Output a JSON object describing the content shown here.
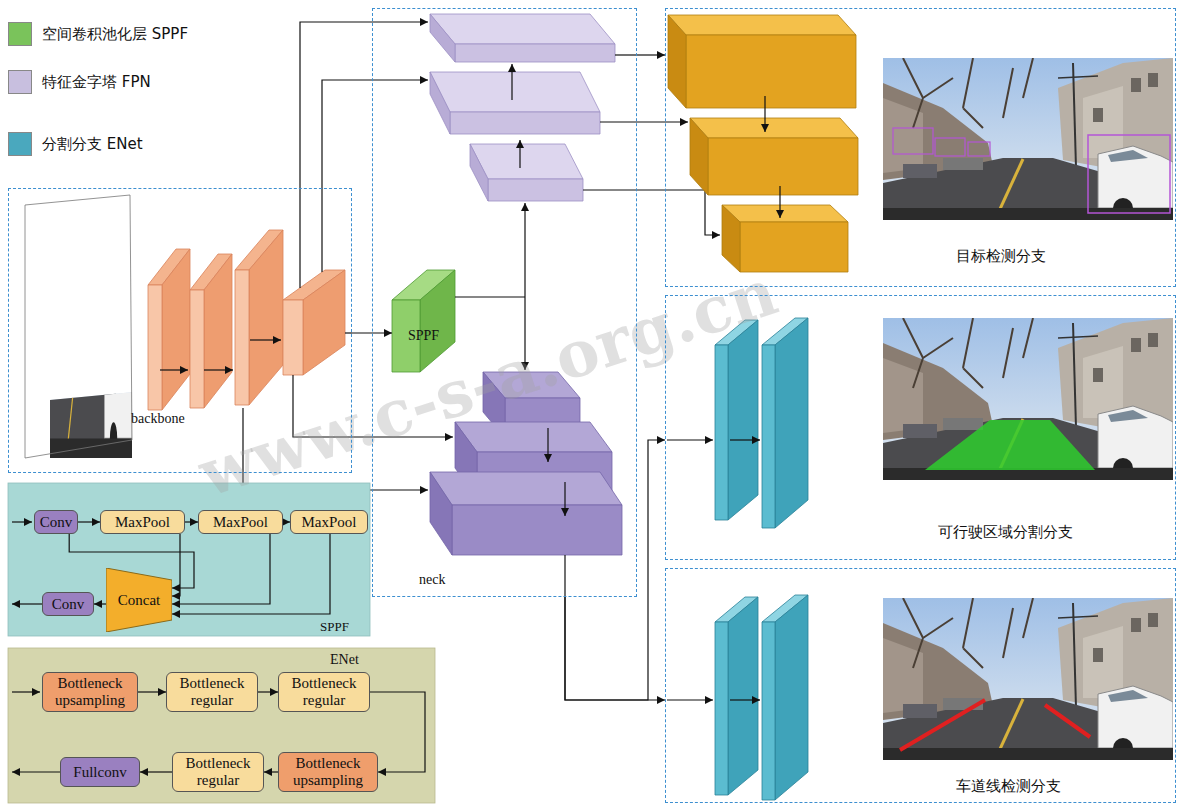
{
  "diagram": {
    "nodes": [
      {
        "text": [
          "backbone"
        ]
      },
      {
        "text": [
          "neck"
        ]
      },
      {
        "text": [
          "SPPF"
        ],
        "in": 1
      },
      {
        "text": [
          "目标检测分支"
        ]
      },
      {
        "text": [
          "可行驶区域分割分支"
        ]
      },
      {
        "text": [
          "车道线检测分支"
        ]
      },
      {
        "text": [
          "SPPF"
        ]
      },
      {
        "text": [
          "Conv"
        ],
        "in": 6
      },
      {
        "text": [
          "MaxPool"
        ],
        "in": 6
      },
      {
        "text": [
          "MaxPool"
        ],
        "in": 6
      },
      {
        "text": [
          "MaxPool"
        ],
        "in": 6
      },
      {
        "text": [
          "Concat"
        ],
        "in": 6
      },
      {
        "text": [
          "Conv"
        ],
        "in": 6
      },
      {
        "text": [
          "ENet"
        ]
      },
      {
        "text": [
          "Bottleneck upsampling"
        ],
        "in": 13
      },
      {
        "text": [
          "Bottleneck regular"
        ],
        "in": 13
      },
      {
        "text": [
          "Bottleneck regular"
        ],
        "in": 13
      },
      {
        "text": [
          "Bottleneck upsampling"
        ],
        "in": 13
      },
      {
        "text": [
          "Bottleneck regular"
        ],
        "in": 13
      },
      {
        "text": [
          "Fullconv"
        ],
        "in": 13
      }
    ],
    "edges": [
      {
        "from": 0,
        "to": 2,
        "arrow": "to"
      },
      {
        "from": 1,
        "to": 3,
        "arrow": "to"
      },
      {
        "from": 1,
        "to": 4,
        "arrow": "to"
      },
      {
        "from": 1,
        "to": 5,
        "arrow": "to"
      },
      {
        "from": 7,
        "to": 8,
        "arrow": "to"
      },
      {
        "from": 8,
        "to": 9,
        "arrow": "to"
      },
      {
        "from": 9,
        "to": 10,
        "arrow": "to"
      },
      {
        "from": 7,
        "to": 11,
        "arrow": "to"
      },
      {
        "from": 8,
        "to": 11,
        "arrow": "to"
      },
      {
        "from": 9,
        "to": 11,
        "arrow": "to"
      },
      {
        "from": 10,
        "to": 11,
        "arrow": "to"
      },
      {
        "from": 11,
        "to": 12,
        "arrow": "to"
      },
      {
        "from": 14,
        "to": 15,
        "arrow": "to"
      },
      {
        "from": 15,
        "to": 16,
        "arrow": "to"
      },
      {
        "from": 16,
        "to": 17,
        "arrow": "to"
      },
      {
        "from": 17,
        "to": 18,
        "arrow": "to"
      },
      {
        "from": 18,
        "to": 19,
        "arrow": "to"
      }
    ],
    "labels": [
      "www.c-s-a.org.cn"
    ],
    "legend": [
      {
        "text": "空间卷积池化层 SPPF",
        "color": "#7ac35b"
      },
      {
        "text": "特征金字塔 FPN",
        "color": "#c8bfdf"
      },
      {
        "text": "分割分支 ENet",
        "color": "#4aa8be"
      }
    ]
  }
}
